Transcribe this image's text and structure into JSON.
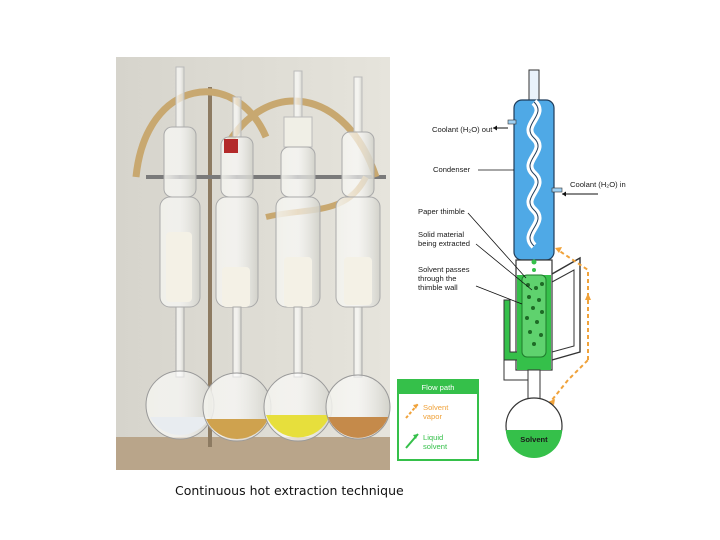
{
  "diagram": {
    "labels": {
      "coolant_out": "Coolant (H₂O) out",
      "condenser": "Condenser",
      "coolant_in": "Coolant (H₂O) in",
      "paper_thimble": "Paper thimble",
      "solid_material_1": "Solid material",
      "solid_material_2": "being extracted",
      "solvent_passes_1": "Solvent passes",
      "solvent_passes_2": "through the",
      "solvent_passes_3": "thimble wall",
      "solvent": "Solvent"
    },
    "legend": {
      "title": "Flow path",
      "vapor_1": "Solvent",
      "vapor_2": "vapor",
      "liquid_1": "Liquid",
      "liquid_2": "solvent"
    },
    "colors": {
      "condenser_blue": "#4fa9e6",
      "liquid_green": "#35c04a",
      "vapor_orange": "#f0a23a"
    }
  },
  "caption": "Continuous hot extraction technique"
}
